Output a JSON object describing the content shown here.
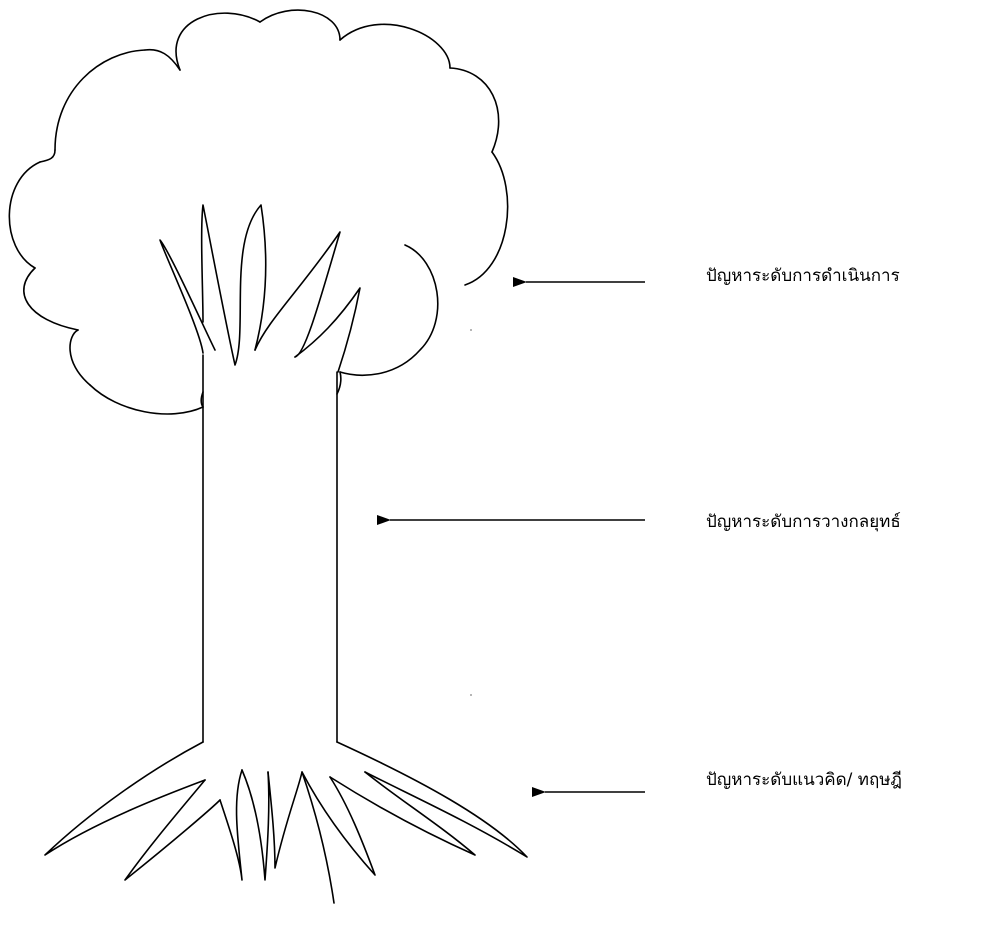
{
  "labels": {
    "crown": "ปัญหาระดับการดำเนินการ",
    "trunk": "ปัญหาระดับการวางกลยุทธ์",
    "roots": "ปัญหาระดับแนวคิด/ ทฤษฎี"
  },
  "colors": {
    "line": "#000000",
    "background": "#ffffff"
  }
}
